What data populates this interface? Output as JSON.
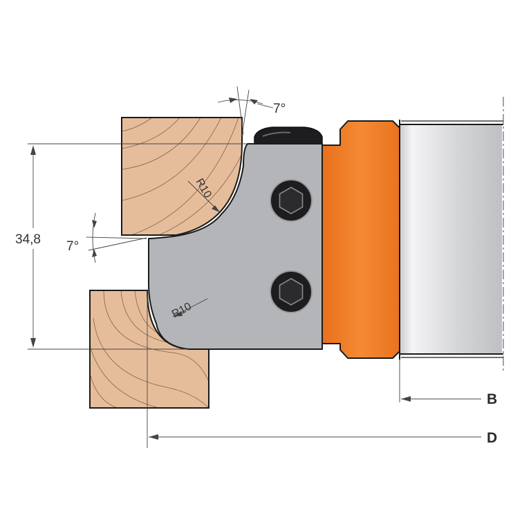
{
  "labels": {
    "height_dim": "34,8",
    "angle_top": "7°",
    "angle_left": "7°",
    "radius_top": "R10",
    "radius_bottom": "R10",
    "dim_b": "B",
    "dim_d": "D"
  },
  "colors": {
    "wood": "#e6bd9b",
    "knife": "#b4b5b8",
    "body_orange": "#f07f2a",
    "spindle": "#d8d9dc",
    "screw": "#1d1d1f",
    "line": "#333333"
  },
  "icons": [
    "hex-socket-screw-icon",
    "hex-socket-screw-icon",
    "clamp-screw-head-icon"
  ]
}
